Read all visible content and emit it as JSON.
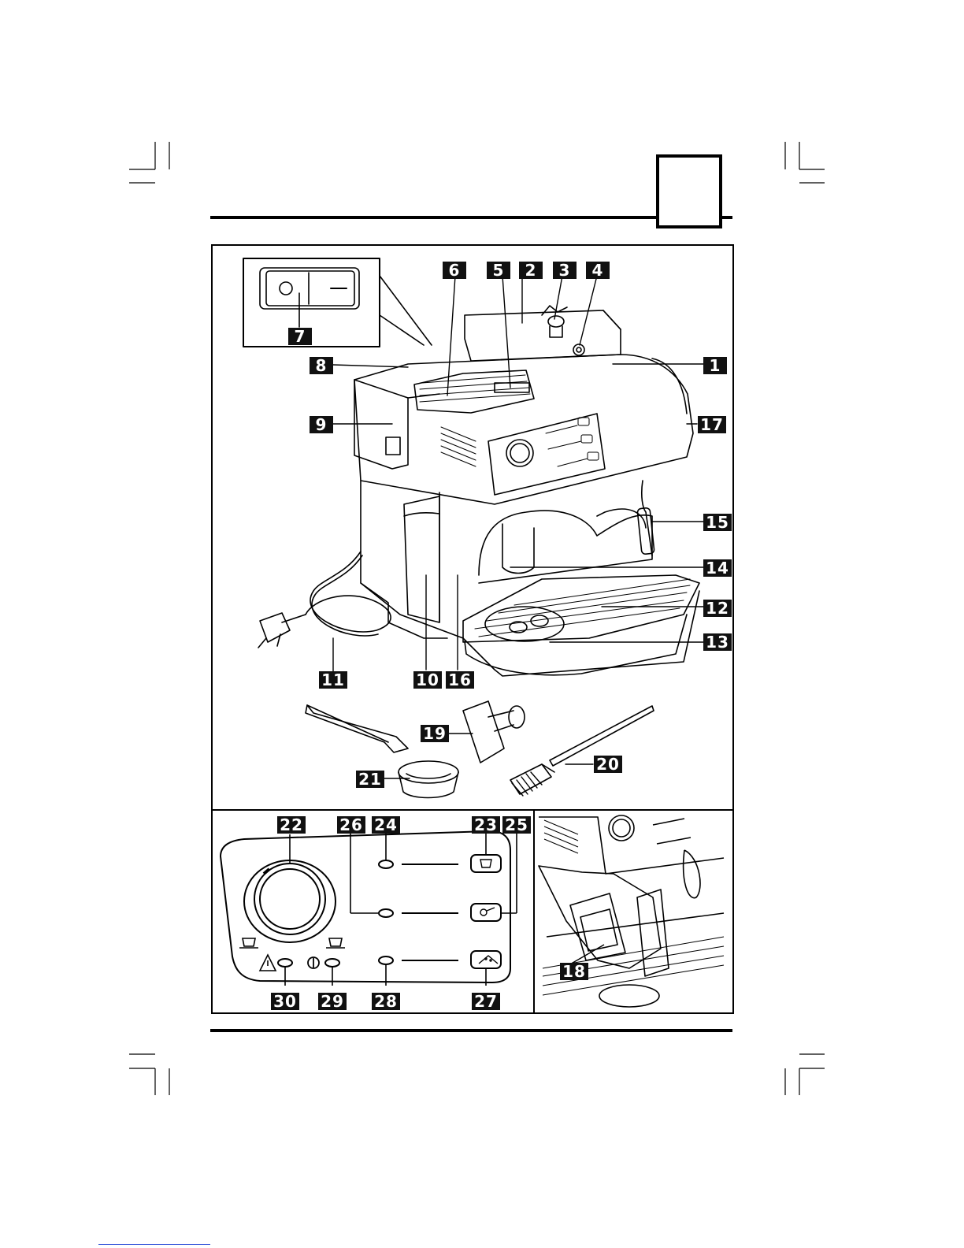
{
  "figure": {
    "callouts": [
      {
        "id": "c1",
        "label": "1"
      },
      {
        "id": "c2",
        "label": "2"
      },
      {
        "id": "c3",
        "label": "3"
      },
      {
        "id": "c4",
        "label": "4"
      },
      {
        "id": "c5",
        "label": "5"
      },
      {
        "id": "c6",
        "label": "6"
      },
      {
        "id": "c7",
        "label": "7"
      },
      {
        "id": "c8",
        "label": "8"
      },
      {
        "id": "c9",
        "label": "9"
      },
      {
        "id": "c10",
        "label": "10"
      },
      {
        "id": "c11",
        "label": "11"
      },
      {
        "id": "c12",
        "label": "12"
      },
      {
        "id": "c13",
        "label": "13"
      },
      {
        "id": "c14",
        "label": "14"
      },
      {
        "id": "c15",
        "label": "15"
      },
      {
        "id": "c16",
        "label": "16"
      },
      {
        "id": "c17",
        "label": "17"
      },
      {
        "id": "c18",
        "label": "18"
      },
      {
        "id": "c19",
        "label": "19"
      },
      {
        "id": "c20",
        "label": "20"
      },
      {
        "id": "c21",
        "label": "21"
      },
      {
        "id": "c22",
        "label": "22"
      },
      {
        "id": "c23",
        "label": "23"
      },
      {
        "id": "c24",
        "label": "24"
      },
      {
        "id": "c25",
        "label": "25"
      },
      {
        "id": "c26",
        "label": "26"
      },
      {
        "id": "c27",
        "label": "27"
      },
      {
        "id": "c28",
        "label": "28"
      },
      {
        "id": "c29",
        "label": "29"
      },
      {
        "id": "c30",
        "label": "30"
      }
    ],
    "icons": {
      "switch_off": "circle-off-icon",
      "switch_on": "line-on-icon",
      "warning": "warning-triangle-icon",
      "power": "power-icon",
      "cup_small": "coffee-cup-icon",
      "cup_large": "coffee-cup-strong-icon",
      "steam": "steam-icon",
      "water": "hot-water-icon"
    }
  }
}
